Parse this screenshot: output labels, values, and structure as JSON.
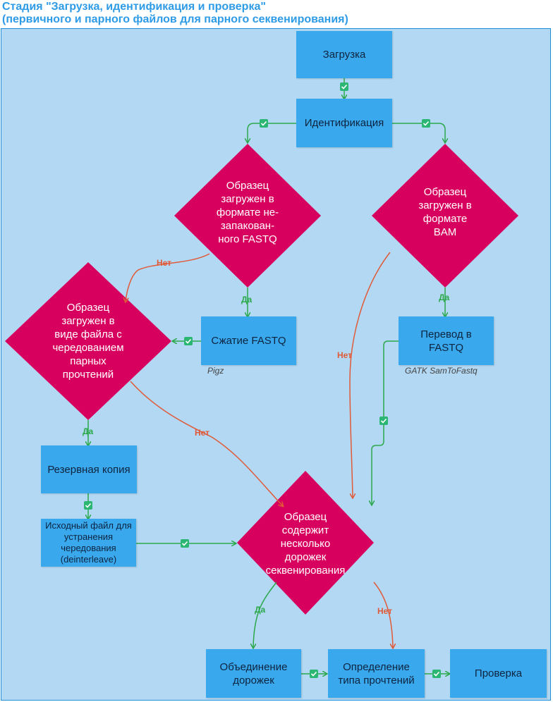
{
  "title": {
    "line1": "Стадия \"Загрузка, идентификация и проверка\"",
    "line2": "(первичного и парного файлов для парного секвенирования)"
  },
  "boxes": {
    "upload": "Загрузка",
    "identify": "Идентификация",
    "compress": "Сжатие FASTQ",
    "convert": "Перевод в\nFASTQ",
    "backup": "Резервная копия",
    "deinterleave": "Исходный файл для\nустранения\nчередования\n(deinterleave)",
    "merge": "Объединение\nдорожек",
    "readtype": "Определение\nтипа прочтений",
    "check": "Проверка"
  },
  "decisions": {
    "fastq": "Образец\nзагружен в\nформате не-\nзапакован-\nного FASTQ",
    "bam": "Образец\nзагружен в\nформате\nBAM",
    "interleaved": "Образец\nзагружен в\nвиде файла с\nчередованием\nпарных\nпрочтений",
    "lanes": "Образец\nсодержит\nнесколько\nдорожек\nсеквенирования"
  },
  "notes": {
    "pigz": "Pigz",
    "gatk": "GATK SamToFastq"
  },
  "labels": {
    "yes": "Да",
    "no": "Нет"
  },
  "colors": {
    "title": "#2e9be6",
    "canvas": "#b3d8f3",
    "box": "#3aa8ec",
    "decision": "#d8005f",
    "yes_arrow": "#2aa84a",
    "no_arrow": "#e05a38",
    "check_badge": "#2bb673"
  },
  "icons": {
    "check": "check-badge-icon"
  }
}
